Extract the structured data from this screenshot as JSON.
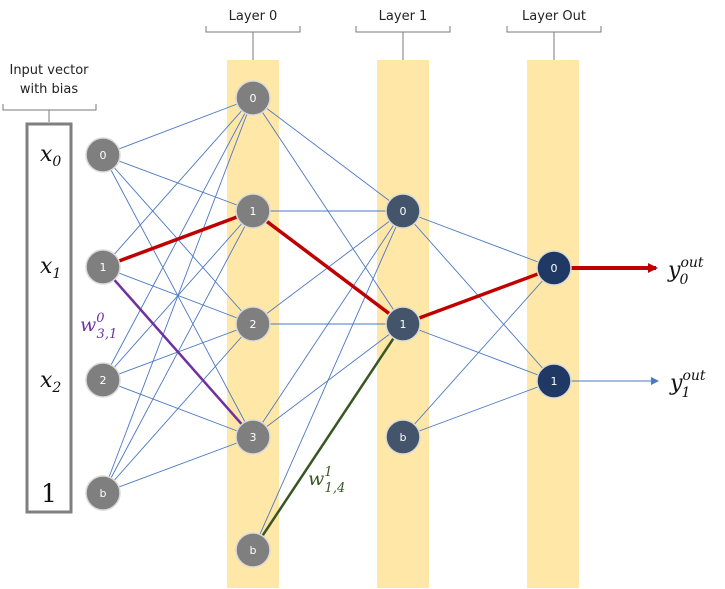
{
  "header": {
    "input_label_line1": "Input vector",
    "input_label_line2": "with bias",
    "layer0": "Layer 0",
    "layer1": "Layer 1",
    "layer_out": "Layer Out"
  },
  "input_vector": {
    "x0": {
      "base": "x",
      "sub": "0"
    },
    "x1": {
      "base": "x",
      "sub": "1"
    },
    "x2": {
      "base": "x",
      "sub": "2"
    },
    "bias": "1"
  },
  "nodes": {
    "input": [
      "0",
      "1",
      "2",
      "b"
    ],
    "layer0": [
      "0",
      "1",
      "2",
      "3",
      "b"
    ],
    "layer1": [
      "0",
      "1",
      "b"
    ],
    "out": [
      "0",
      "1"
    ]
  },
  "weights": {
    "w0": {
      "base": "w",
      "sup": "0",
      "sub": "3,1"
    },
    "w1": {
      "base": "w",
      "sup": "1",
      "sub": "1,4"
    }
  },
  "outputs": {
    "y0": {
      "base": "y",
      "sup": "out",
      "sub": "0"
    },
    "y1": {
      "base": "y",
      "sup": "out",
      "sub": "1"
    }
  },
  "colors": {
    "band": "#FFE7A8",
    "thin_edge": "#4B78C4",
    "highlight_red": "#C00000",
    "highlight_purple": "#7030A0",
    "highlight_green": "#375623",
    "gray_node": "#7F7F7F",
    "slate_node": "#44546A",
    "navy_node": "#1F3864"
  }
}
